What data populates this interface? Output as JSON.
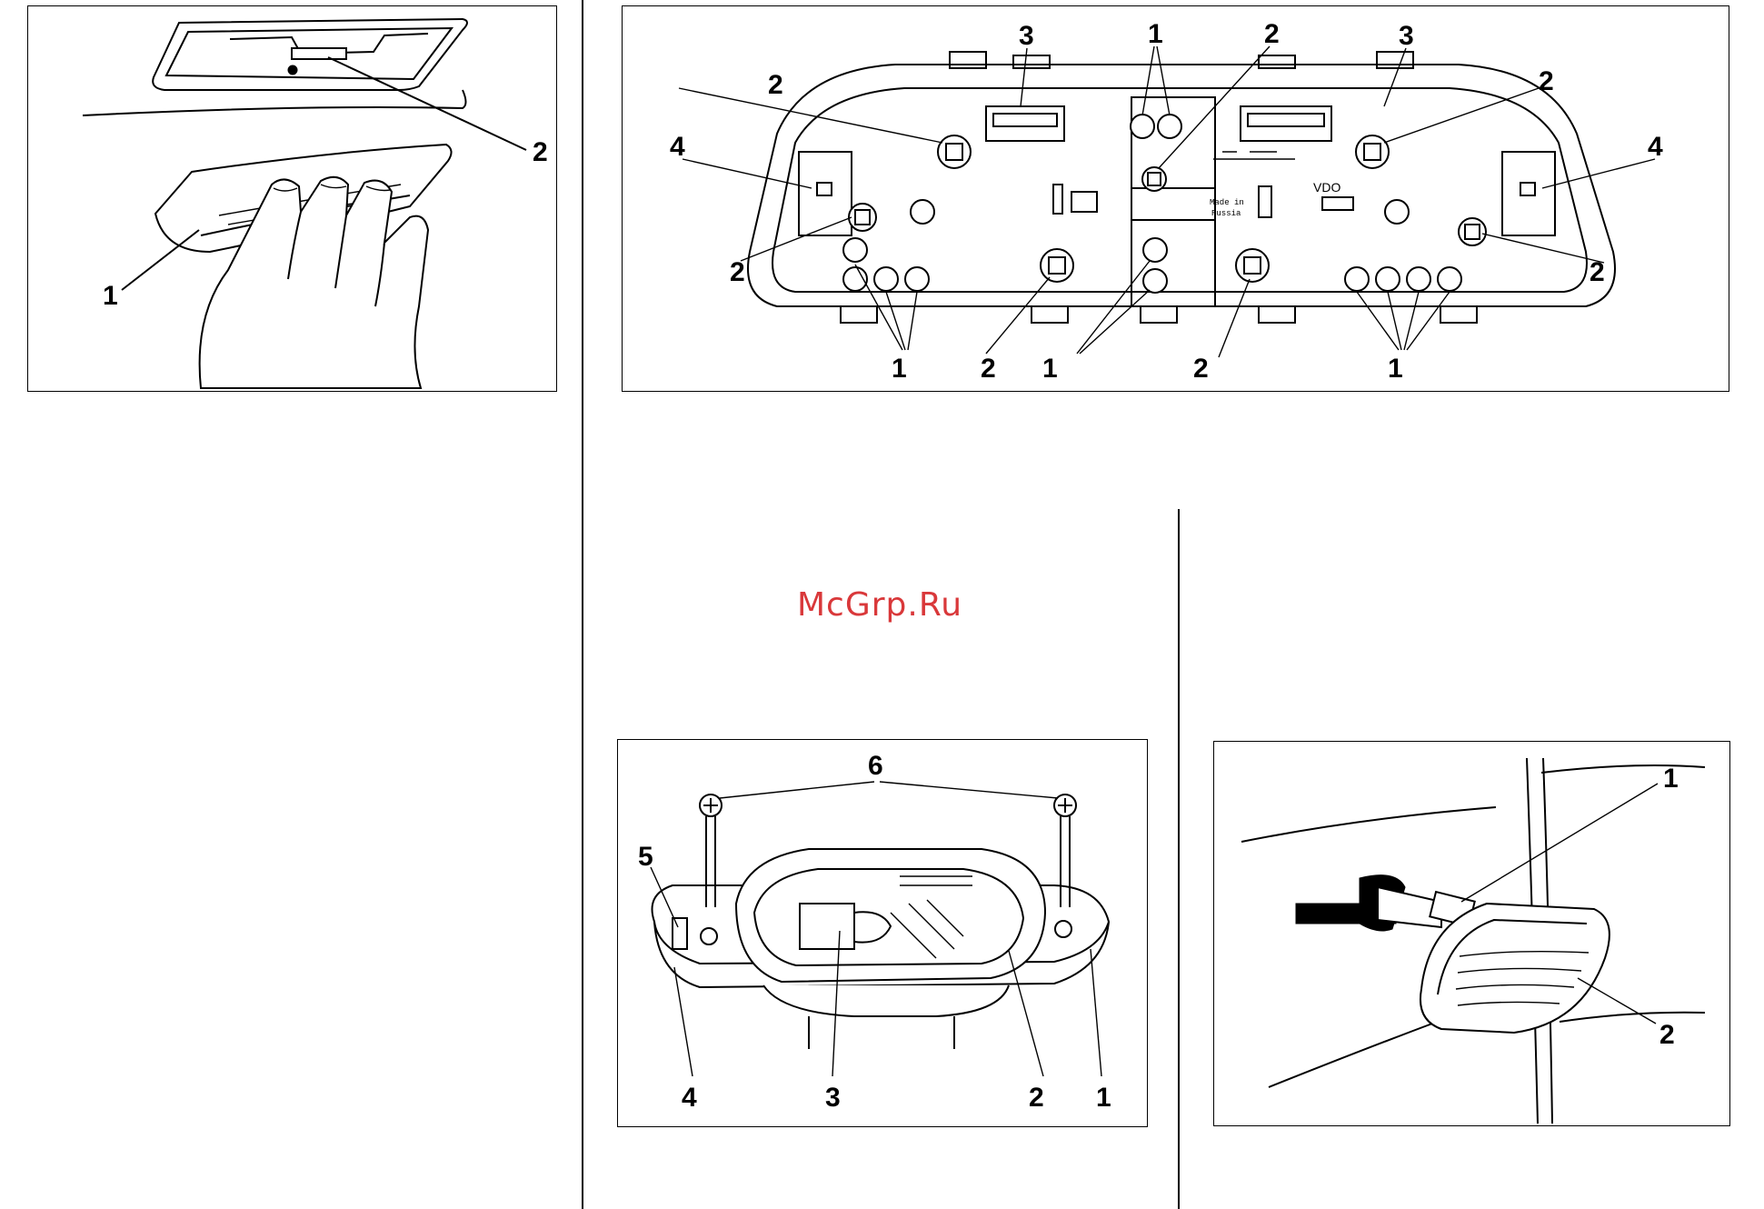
{
  "watermark": "McGrp.Ru",
  "figures": {
    "glovebox_lamp": {
      "callouts": [
        "1",
        "2"
      ]
    },
    "instrument_cluster": {
      "callouts": [
        "3",
        "1",
        "2",
        "3",
        "2",
        "2",
        "4",
        "4",
        "2",
        "2",
        "1",
        "2",
        "1",
        "2",
        "1"
      ],
      "printed_text": [
        "Made in",
        "Russia",
        "VDO"
      ]
    },
    "plate_lamp": {
      "callouts": [
        "6",
        "5",
        "4",
        "3",
        "2",
        "1"
      ]
    },
    "side_repeater": {
      "callouts": [
        "1",
        "2"
      ]
    }
  }
}
